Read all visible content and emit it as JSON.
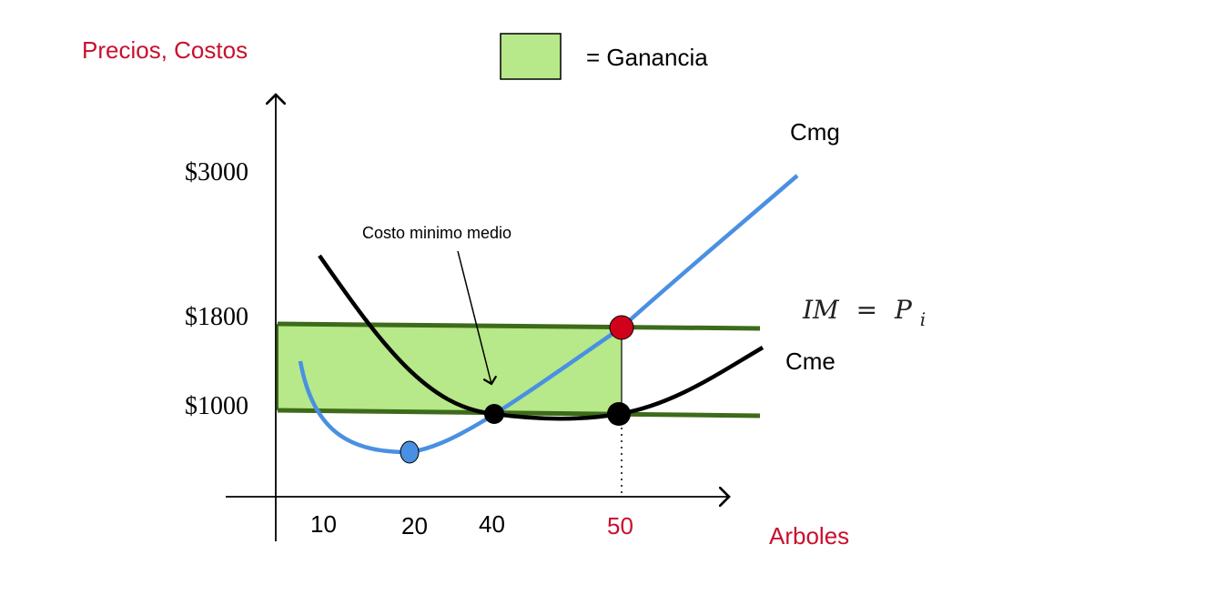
{
  "axes": {
    "y_title": "Precios, Costos",
    "x_title": "Arboles",
    "title_color": "#c8102e",
    "y_ticks": [
      "$3000",
      "$1800",
      "$1000"
    ],
    "x_ticks": [
      "10",
      "20",
      "40",
      "50"
    ],
    "highlight_x_tick": "50"
  },
  "legend": {
    "text": "= Ganancia",
    "swatch_color": "#b7e889"
  },
  "curves": {
    "cmg_label": "Cmg",
    "cme_label": "Cme",
    "cmg_color": "#4a90e2",
    "cme_color": "#000000",
    "price_line_color": "#3d6b1a"
  },
  "annotation": {
    "text": "Costo minimo medio"
  },
  "equation": {
    "lhs": "IM",
    "op": "=",
    "rhs": "P",
    "sub": "i"
  },
  "points": {
    "red_color": "#d0021b",
    "blue_color": "#4a90e2",
    "black_color": "#000000"
  }
}
